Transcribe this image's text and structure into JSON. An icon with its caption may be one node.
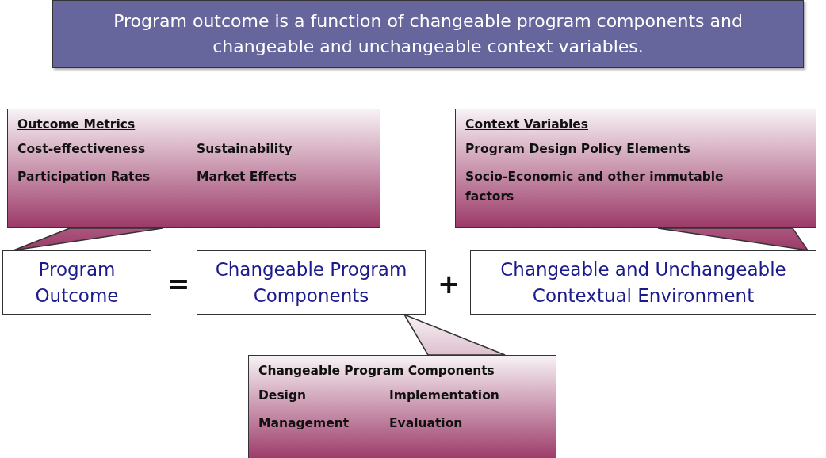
{
  "diagram": {
    "title": "Program outcome is a function of changeable program components and changeable and unchangeable context variables.",
    "nodes": [
      {
        "text": [
          "Outcome Metrics",
          "Cost-effectiveness",
          "Sustainability",
          "Participation Rates",
          "Market Effects"
        ]
      },
      {
        "text": [
          "Context Variables",
          "Program Design Policy Elements",
          "Socio-Economic and other immutable factors"
        ]
      },
      {
        "text": [
          "Program Outcome"
        ]
      },
      {
        "text": [
          "Changeable Program Components"
        ]
      },
      {
        "text": [
          "Changeable and Unchangeable Contextual Environment"
        ]
      },
      {
        "text": [
          "Changeable Program Components",
          "Design",
          "Implementation",
          "Management",
          "Evaluation"
        ]
      }
    ],
    "edges": [
      {
        "from": 0,
        "to": 2,
        "arrow": "none"
      },
      {
        "from": 1,
        "to": 4,
        "arrow": "none"
      },
      {
        "from": 5,
        "to": 3,
        "arrow": "none"
      }
    ],
    "labels": [
      "=",
      "+"
    ]
  }
}
